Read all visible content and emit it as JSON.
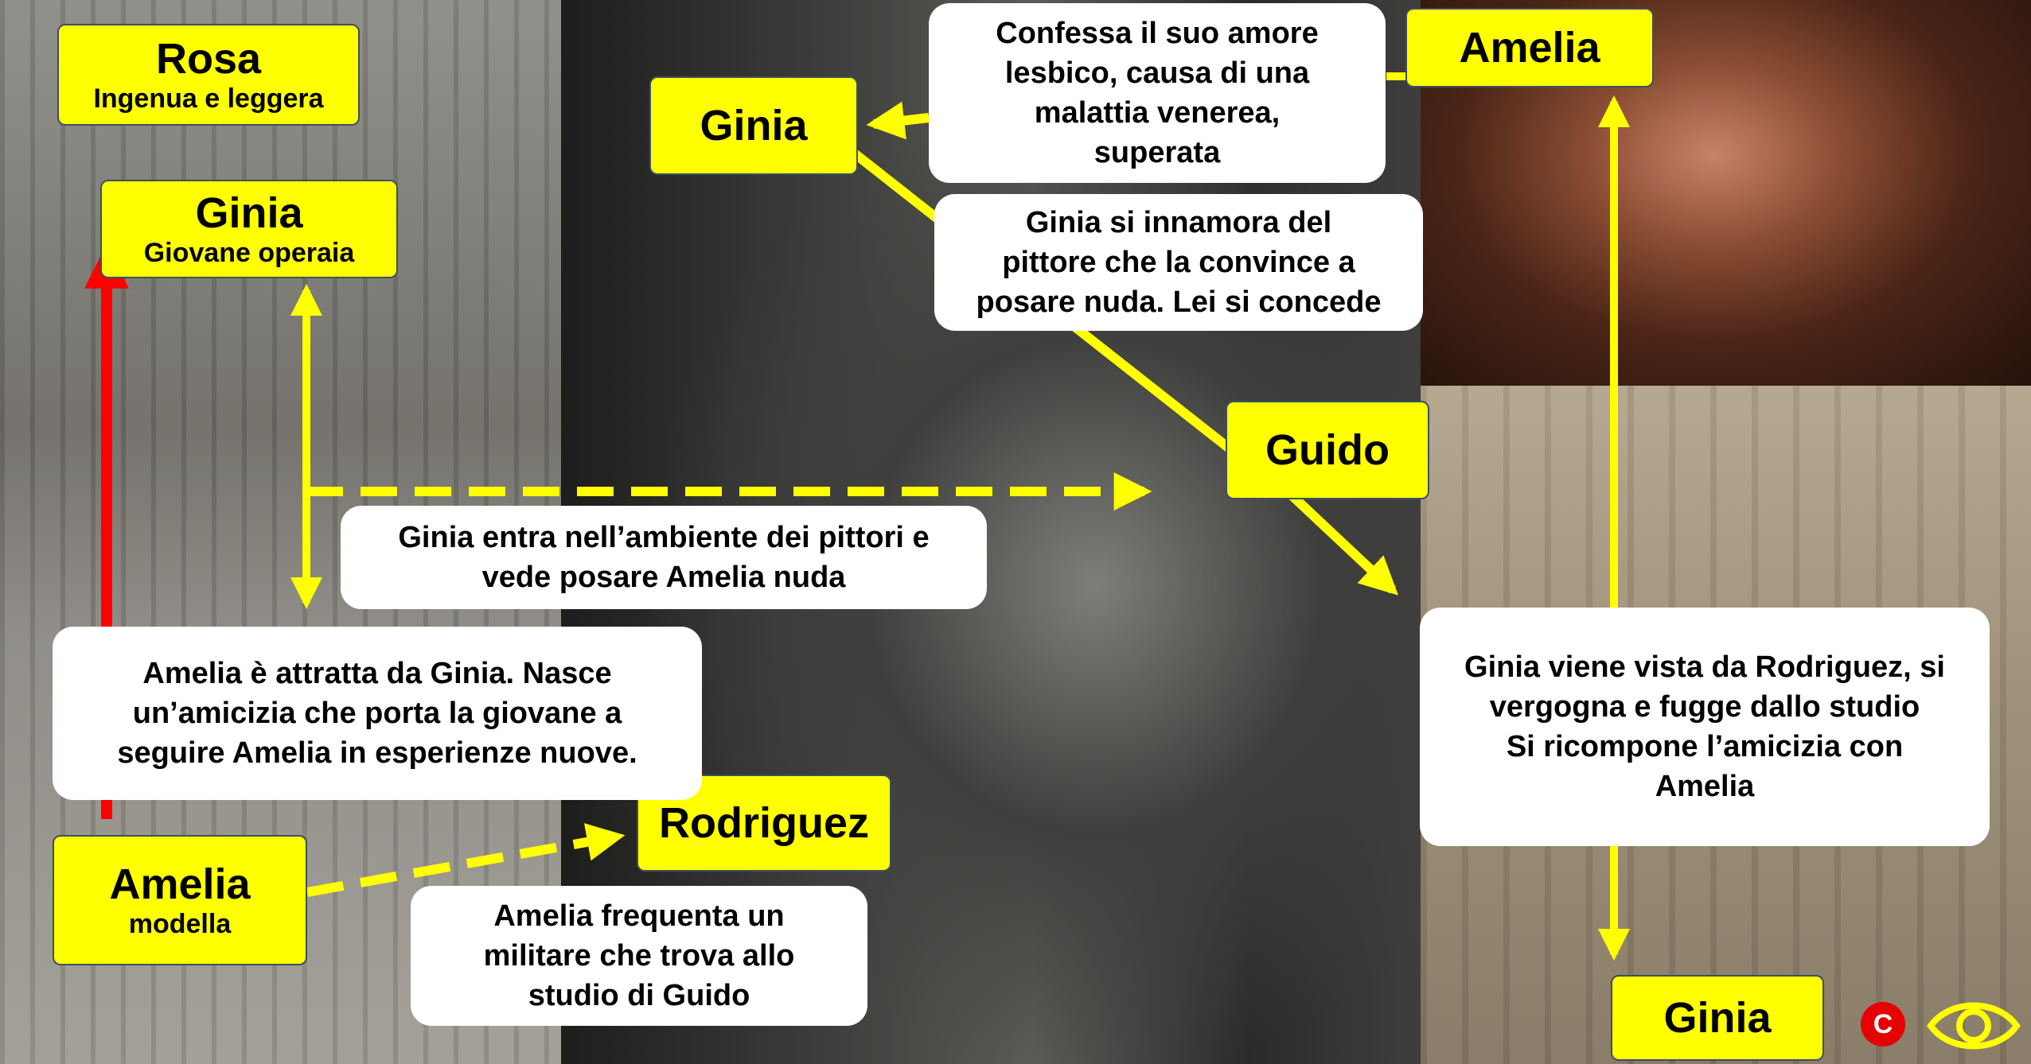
{
  "labels": {
    "rosa": {
      "name": "Rosa",
      "role": "Ingenua e leggera"
    },
    "ginia_top": {
      "name": "Ginia",
      "role": "Giovane operaia"
    },
    "amelia_left": {
      "name": "Amelia",
      "role": "modella"
    },
    "ginia_center": {
      "name": "Ginia"
    },
    "guido": {
      "name": "Guido"
    },
    "rodriguez": {
      "name": "Rodriguez"
    },
    "amelia_right": {
      "name": "Amelia"
    },
    "ginia_bottom_right": {
      "name": "Ginia"
    }
  },
  "bubbles": {
    "confessa": "Confessa il suo amore\nlesbico, causa di una\nmalattia venerea,\nsuperata",
    "innamora": "Ginia si innamora del\npittore che la convince a\nposare nuda. Lei si concede",
    "entra": "Ginia entra nell’ambiente dei pittori e\nvede posare Amelia nuda",
    "attratta": "Amelia è attratta da Ginia. Nasce\nun’amicizia che porta la giovane  a\nseguire Amelia in esperienze nuove.",
    "frequenta": "Amelia frequenta un\nmilitare che trova allo\nstudio di Guido",
    "vista": "Ginia viene vista da Rodriguez, si\nvergogna e fugge dallo studio\nSi ricompone l’amicizia con\nAmelia"
  },
  "badge": {
    "letter": "C"
  },
  "icons": {
    "eye": "eye-icon"
  },
  "colors": {
    "label_fill": "#ffff00",
    "arrow_yellow": "#ffff00",
    "arrow_red": "#ff0000",
    "bubble_fill": "#ffffff"
  }
}
